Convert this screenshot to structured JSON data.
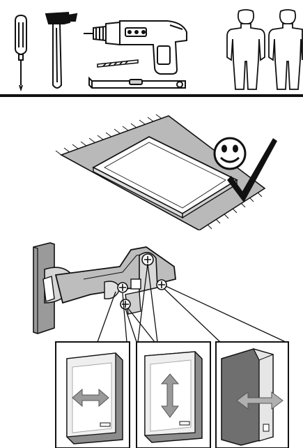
{
  "document": {
    "type": "assembly-instructions",
    "sections": [
      "tools",
      "work-surface",
      "hinge-adjustment"
    ]
  },
  "tools": {
    "icons": [
      "screwdriver-icon",
      "hammer-icon",
      "drill-icon",
      "drill-bit-icon",
      "spirit-level-icon",
      "person-icon",
      "person-icon"
    ]
  },
  "surface": {
    "icons": [
      "rug-icon",
      "panel-icon",
      "smiley-icon",
      "checkmark-icon"
    ]
  },
  "hinge": {
    "icons": [
      "hinge-icon",
      "screw-icon"
    ],
    "adjustments": [
      {
        "icon": "horizontal-arrow-icon"
      },
      {
        "icon": "vertical-arrow-icon"
      },
      {
        "icon": "depth-arrow-icon"
      }
    ]
  },
  "colors": {
    "ink": "#111111",
    "mid_gray": "#8c8c8c",
    "light_gray": "#cfcfcf",
    "dark_gray": "#6f6f6f"
  }
}
